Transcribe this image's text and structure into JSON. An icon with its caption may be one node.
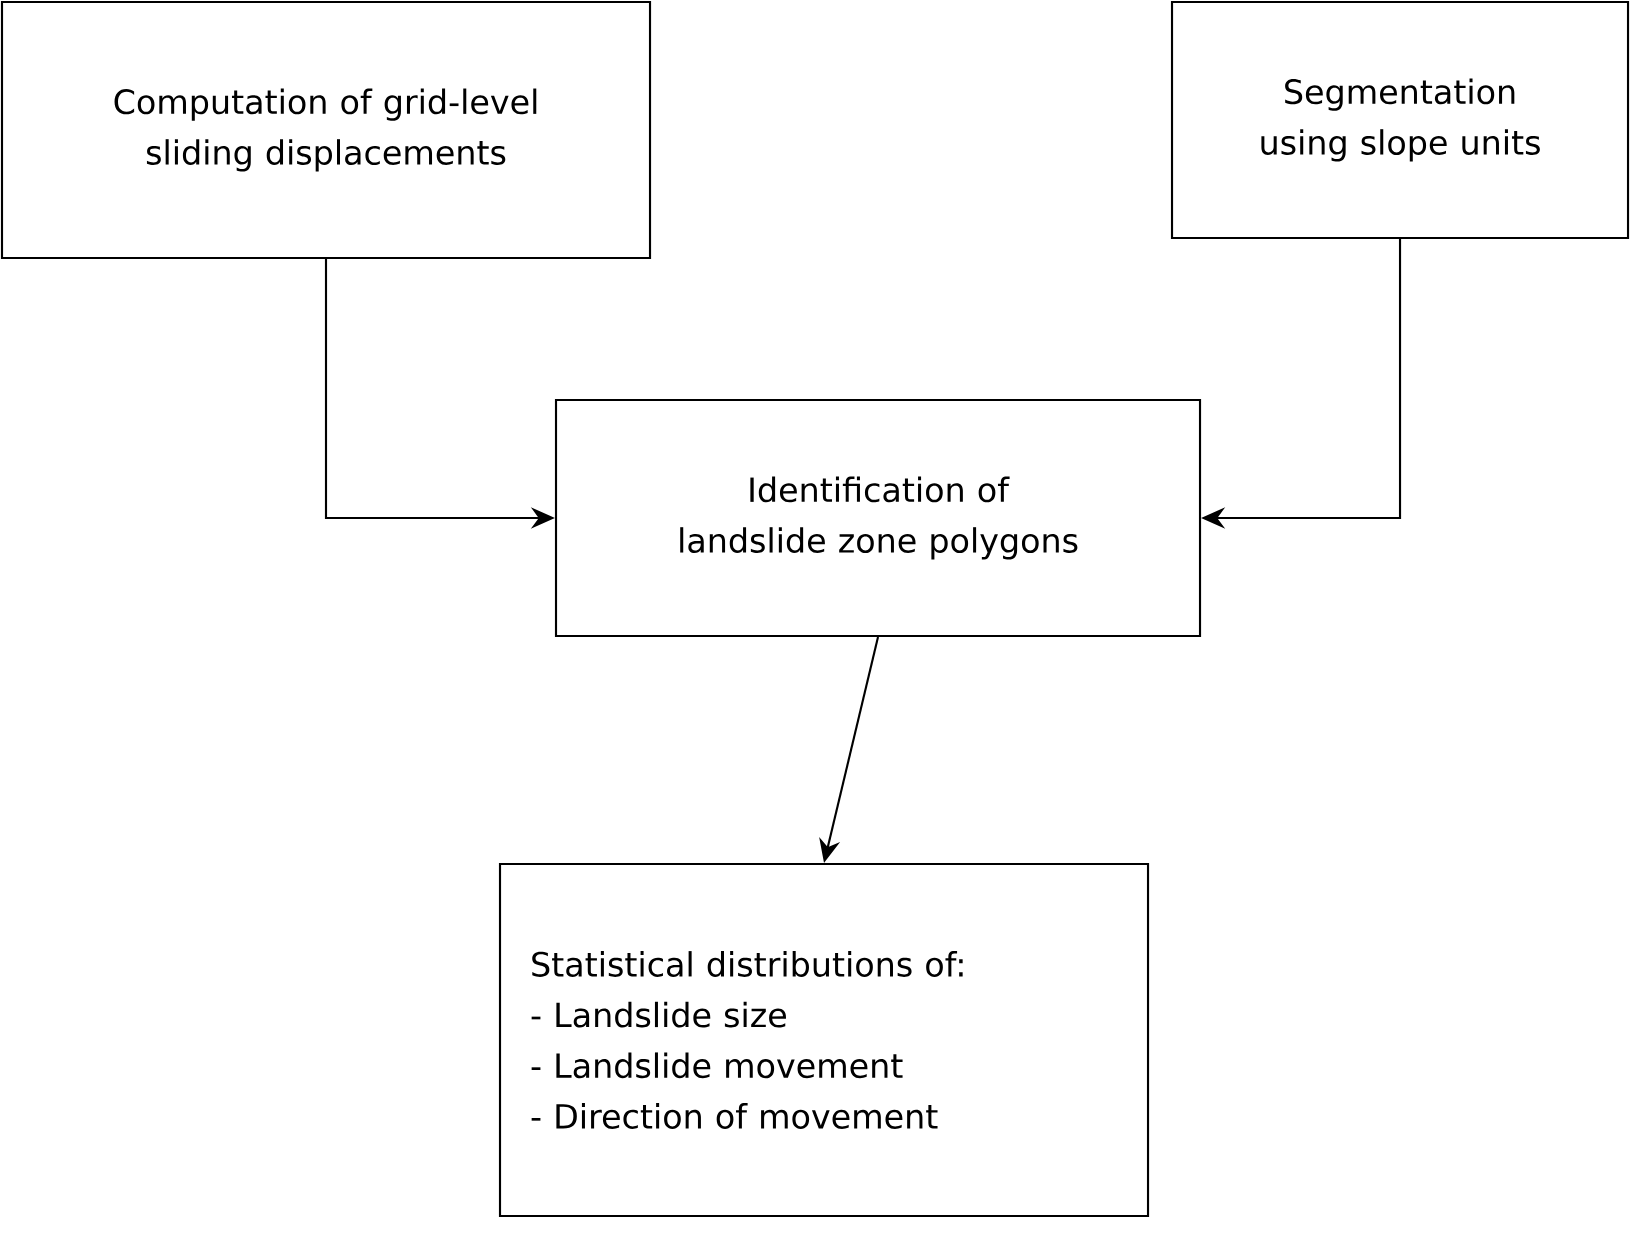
{
  "diagram": {
    "nodes": [
      {
        "text": [
          "Computation of grid-level sliding displacements"
        ]
      },
      {
        "text": [
          "Segmentation using slope units"
        ]
      },
      {
        "text": [
          "Identification of landslide zone polygons"
        ]
      },
      {
        "text": [
          "Statistical distributions of:",
          "- Landslide size",
          "- Landslide movement",
          "- Direction of movement"
        ]
      }
    ],
    "edges": [
      {
        "from": 0,
        "to": 2,
        "arrow": "to"
      },
      {
        "from": 1,
        "to": 2,
        "arrow": "to"
      },
      {
        "from": 2,
        "to": 3,
        "arrow": "to"
      }
    ]
  }
}
